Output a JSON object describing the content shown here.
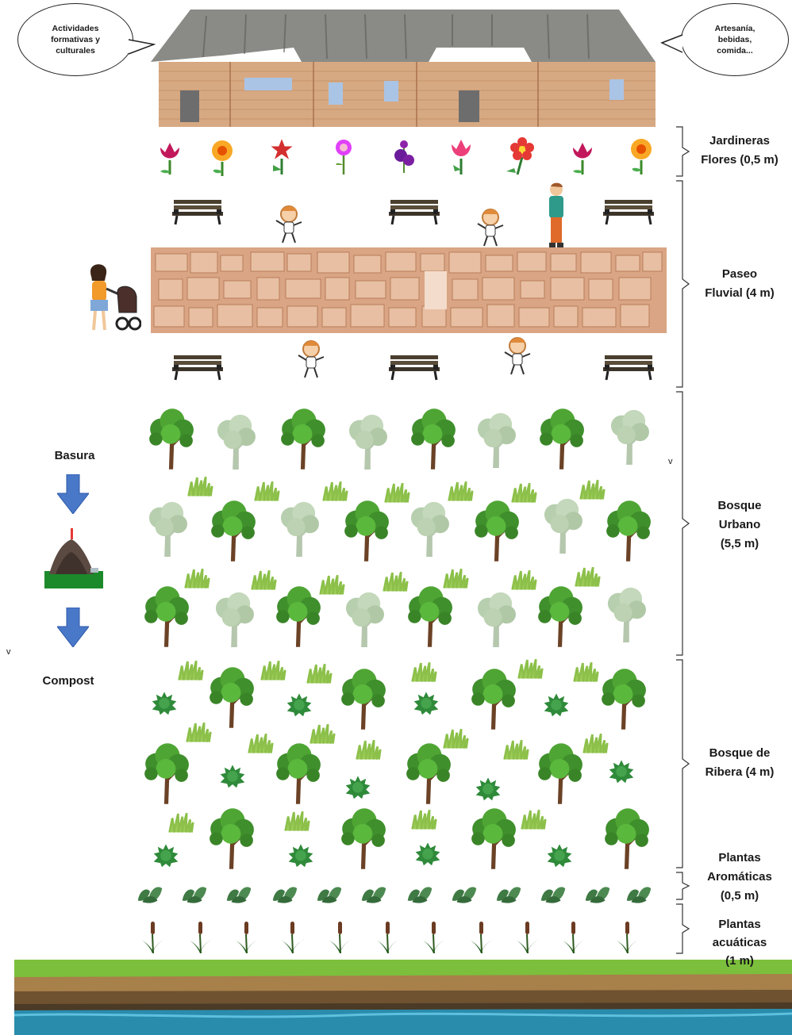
{
  "building": {
    "left_bubble": "Actividades\nformativas y\nculturales",
    "right_bubble": "Artesanía,\nbebidas,\ncomida..."
  },
  "zones": [
    {
      "id": "jardineras",
      "label": "Jardineras\nFlores (0,5 m)"
    },
    {
      "id": "paseo",
      "label": "Paseo\nFluvial (4 m)"
    },
    {
      "id": "bosque-urbano",
      "label": "Bosque\nUrbano\n(5,5 m)"
    },
    {
      "id": "bosque-ribera",
      "label": "Bosque de\nRibera (4 m)"
    },
    {
      "id": "aromaticas",
      "label": "Plantas\nAromáticas\n(0,5 m)"
    },
    {
      "id": "acuaticas",
      "label": "Plantas\nacuáticas\n(1 m)"
    }
  ],
  "compost_flow": {
    "top_label": "Basura",
    "bottom_label": "Compost"
  },
  "stray_marks": [
    "v",
    "v"
  ],
  "colors": {
    "arrow": "#4a78c9",
    "tree_dark": "#3f8f2c",
    "tree_light": "#b7cfae",
    "grass": "#8cc04a",
    "trunk": "#6b4226",
    "paving": "#d9a584",
    "wood": "#d7a982",
    "roof": "#8a8a86",
    "water": "#2f8fb0",
    "ground": "#7cbf3c"
  },
  "icons": {
    "flowers": [
      "tulip-magenta-icon",
      "sunflower-icon",
      "star-flower-icon",
      "pink-bud-icon",
      "purple-orchid-icon",
      "tulip-pink-icon",
      "red-flower-icon",
      "tulip-magenta-icon",
      "sunflower-icon"
    ],
    "figures": [
      "bench-icon",
      "child-icon",
      "person-icon",
      "stroller-person-icon"
    ],
    "vegetation": [
      "tree-icon",
      "light-tree-icon",
      "grass-icon",
      "shrub-icon",
      "aromatic-plant-icon",
      "cattail-icon"
    ],
    "compost": [
      "down-arrow-icon",
      "compost-heap-icon"
    ]
  }
}
